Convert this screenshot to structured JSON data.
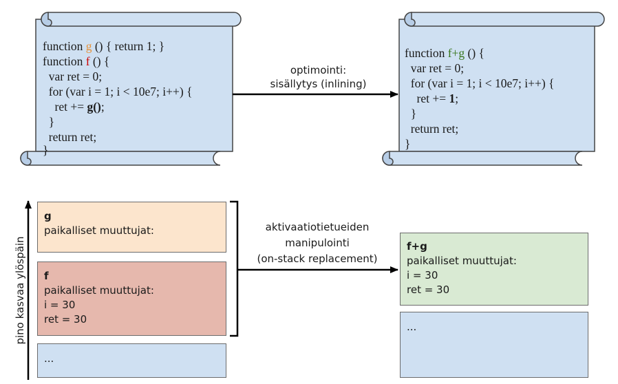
{
  "colors": {
    "scroll_fill": "#cfe0f2",
    "outline": "#444444",
    "g_frame": "#fce5cd",
    "f_frame": "#e6b8ad",
    "fg_frame": "#d9ead3",
    "empty_frame": "#cfe0f2",
    "g_name": "#e69138",
    "f_name": "#cc0000",
    "fg_name": "#38761d"
  },
  "left_scroll": {
    "line1": {
      "pre": "function ",
      "name": "g",
      "post": " () { return 1; }"
    },
    "line2": {
      "pre": "function ",
      "name": "f",
      "post": " () {"
    },
    "line3": "  var ret = 0;",
    "line4": "  for (var i = 1; i < 10e7; i++) {",
    "line5": {
      "pre": "    ret += ",
      "bold": "g()",
      "post": ";"
    },
    "line6": "  }",
    "line7": "  return ret;",
    "line8": "}"
  },
  "right_scroll": {
    "line1": {
      "pre": "function ",
      "name": "f+g",
      "post": " () {"
    },
    "line2": "  var ret = 0;",
    "line3": "  for (var i = 1; i < 10e7; i++) {",
    "line4": {
      "pre": "    ret += ",
      "bold": "1",
      "post": ";"
    },
    "line5": "  }",
    "line6": "  return ret;",
    "line7": "}"
  },
  "top_arrow": {
    "line1": "optimointi:",
    "line2": "sisällytys (inlining)"
  },
  "stack_axis": "pino kasvaa ylöspäin",
  "left_stack": {
    "g_frame": {
      "name": "g",
      "locals": "paikalliset muuttujat:"
    },
    "f_frame": {
      "name": "f",
      "locals": "paikalliset muuttujat:",
      "var1": "i = 30",
      "var2": "ret = 30"
    },
    "rest": "..."
  },
  "bottom_arrow": {
    "line1": "aktivaatiotietueiden",
    "line2": "manipulointi",
    "line3": "(on-stack replacement)"
  },
  "right_stack": {
    "fg_frame": {
      "name": "f+g",
      "locals": "paikalliset muuttujat:",
      "var1": "i = 30",
      "var2": "ret = 30"
    },
    "rest": "..."
  }
}
